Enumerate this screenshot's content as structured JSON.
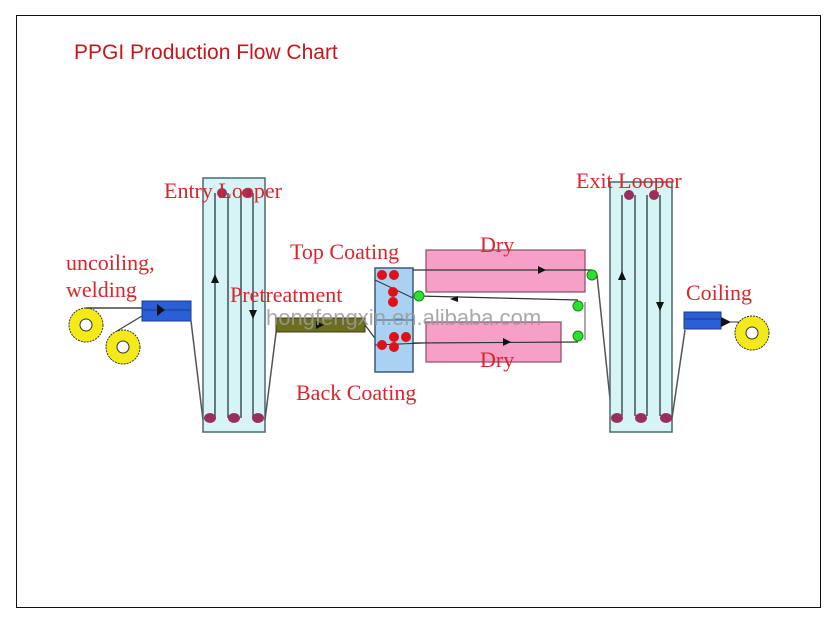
{
  "title": "PPGI Production Flow Chart",
  "labels": {
    "entry_looper": "Entry Looper",
    "uncoiling_line1": "uncoiling,",
    "uncoiling_line2": "welding",
    "top_coating": "Top Coating",
    "pretreatment": "Pretreatment",
    "back_coating": "Back Coating",
    "dry_top": "Dry",
    "dry_bottom": "Dry",
    "exit_looper": "Exit Looper",
    "coiling": "Coiling"
  },
  "watermark": "hongfengxin.en.alibaba.com",
  "colors": {
    "title": "#c8161d",
    "label": "#d8262c",
    "looper_fill": "#d6f4f6",
    "coil_fill": "#f4ea1a",
    "welder_fill": "#2a5fd6",
    "pretreatment_fill": "#6b6e1c",
    "coating_fill": "#a9d2f2",
    "dry_fill": "#f6a0c8",
    "roller_red": "#e0101a",
    "roller_green": "#2ee02e",
    "roller_purple": "#9a2e5c"
  },
  "flow_steps": [
    "uncoiling, welding",
    "Entry Looper",
    "Pretreatment",
    "Top Coating",
    "Back Coating",
    "Dry",
    "Dry",
    "Exit Looper",
    "Coiling"
  ]
}
